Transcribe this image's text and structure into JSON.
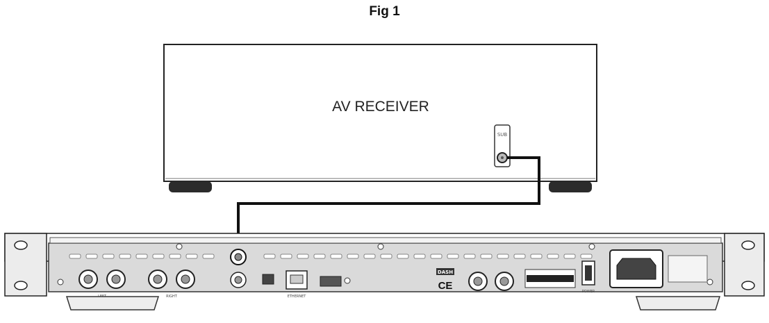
{
  "figure": {
    "title": "Fig 1"
  },
  "receiver": {
    "label": "AV RECEIVER",
    "sub_jack_label": "SUB"
  },
  "amplifier": {
    "brand_badge": "DASH",
    "ce_mark": "CE",
    "port_labels": {
      "ethernet": "ETHERNET",
      "power_switch": "POWER",
      "left": "LEFT",
      "right": "RIGHT"
    }
  }
}
